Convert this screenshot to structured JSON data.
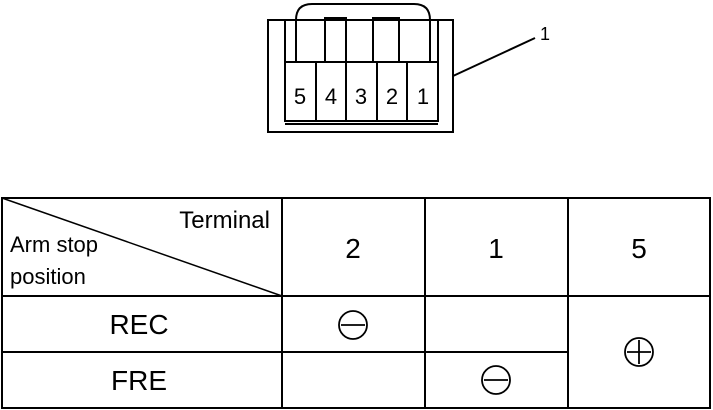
{
  "connector": {
    "pin_labels": [
      "5",
      "4",
      "3",
      "2",
      "1"
    ],
    "callout": "1"
  },
  "table": {
    "corner_top": "Terminal",
    "corner_bottom_line1": "Arm stop",
    "corner_bottom_line2": "position",
    "columns": [
      "2",
      "1",
      "5"
    ],
    "rows": [
      {
        "label": "REC",
        "terminal_2": "minus-symbol",
        "terminal_1": ""
      },
      {
        "label": "FRE",
        "terminal_2": "",
        "terminal_1": "minus-symbol"
      }
    ],
    "terminal_5_merged": "plus-symbol"
  }
}
